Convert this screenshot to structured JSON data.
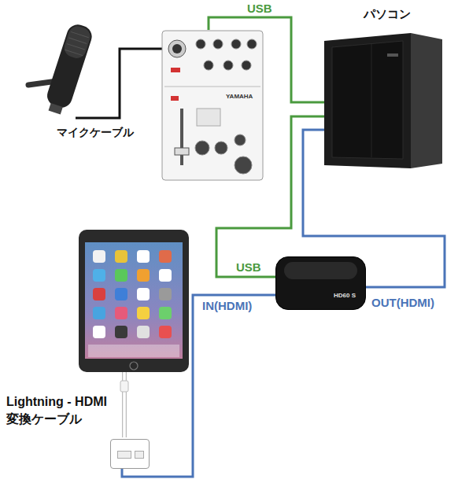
{
  "diagram": {
    "nodes": [
      {
        "text": [
          "YAMAHA"
        ]
      },
      {
        "text": [
          "パソコン"
        ]
      },
      {
        "text": [
          "HD60 S"
        ]
      },
      {
        "text": [
          "Lightning - HDMI 変換ケーブル"
        ]
      }
    ],
    "edges": [
      {
        "from": 0,
        "to": 1,
        "arrow": "none",
        "label": "USB"
      },
      {
        "from": 2,
        "to": 1,
        "arrow": "none",
        "label": "USB"
      },
      {
        "from": 2,
        "to": 1,
        "arrow": "none",
        "label": "OUT(HDMI)"
      },
      {
        "from": 3,
        "to": 2,
        "arrow": "none",
        "label": "IN(HDMI)"
      }
    ],
    "labels": [
      "マイクケーブル"
    ]
  }
}
